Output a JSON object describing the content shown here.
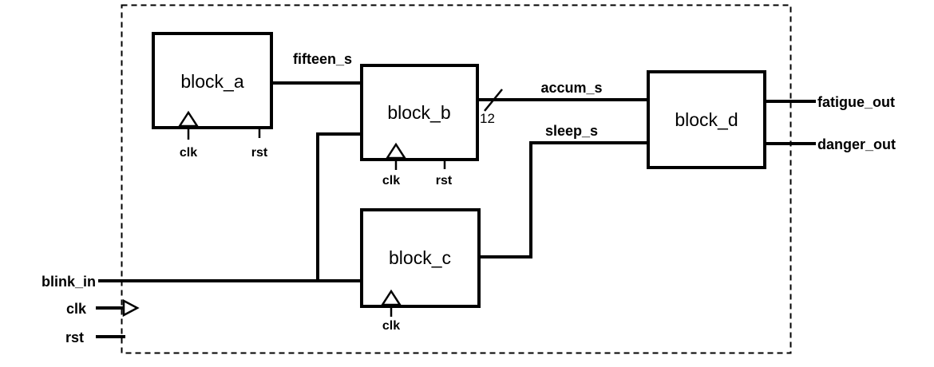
{
  "diagram": {
    "blocks": {
      "a": {
        "label": "block_a"
      },
      "b": {
        "label": "block_b"
      },
      "c": {
        "label": "block_c"
      },
      "d": {
        "label": "block_d"
      }
    },
    "ports": {
      "clk": "clk",
      "rst": "rst"
    },
    "inputs": {
      "blink_in": "blink_in",
      "clk": "clk",
      "rst": "rst"
    },
    "outputs": {
      "fatigue_out": "fatigue_out",
      "danger_out": "danger_out"
    },
    "signals": {
      "fifteen_s": "fifteen_s",
      "accum_s": "accum_s",
      "accum_bus_width": "12",
      "sleep_s": "sleep_s"
    },
    "nets": [
      {
        "name": "fifteen_s",
        "from": "block_a",
        "to": "block_b"
      },
      {
        "name": "accum_s",
        "from": "block_b",
        "to": "block_d",
        "width": 12
      },
      {
        "name": "sleep_s",
        "from": "block_c",
        "to": "block_d"
      },
      {
        "name": "blink_in",
        "from": "input",
        "to": "block_b, block_c"
      },
      {
        "name": "fatigue_out",
        "from": "block_d",
        "to": "output"
      },
      {
        "name": "danger_out",
        "from": "block_d",
        "to": "output"
      }
    ],
    "colors": {
      "line": "#000000",
      "background": "#ffffff"
    }
  }
}
